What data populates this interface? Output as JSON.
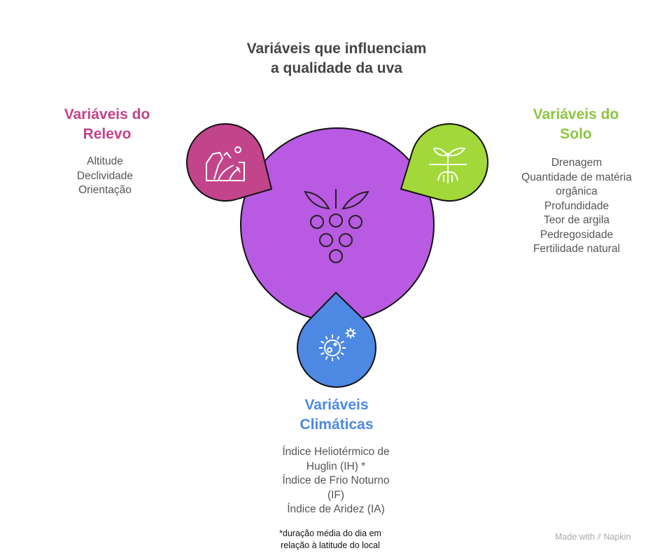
{
  "title": {
    "line1": "Variáveis que influenciam",
    "line2": "a qualidade da uva"
  },
  "colors": {
    "center": "#b95ae3",
    "relevo": "#c2448a",
    "solo": "#a2d83a",
    "clima": "#4d88e3"
  },
  "relevo": {
    "heading1": "Variáveis do",
    "heading2": "Relevo",
    "icon": "landscape-icon",
    "items": [
      "Altitude",
      "Declividade",
      "Orientação"
    ]
  },
  "solo": {
    "heading1": "Variáveis do",
    "heading2": "Solo",
    "icon": "sprout-roots-icon",
    "items": [
      "Drenagem",
      "Quantidade de matéria",
      "orgânica",
      "Profundidade",
      "Teor de argila",
      "Pedregosidade",
      "Fertilidade natural"
    ]
  },
  "clima": {
    "heading1": "Variáveis",
    "heading2": "Climáticas",
    "icon": "sun-climate-icon",
    "items": [
      "Índice Heliotérmico de",
      "Huglin (IH) *",
      "Índice de Frio Noturno",
      "(IF)",
      "Índice de Aridez (IA)"
    ],
    "note1": "*duração média do dia em",
    "note2": "relação à latitude do local"
  },
  "center": {
    "icon": "grape-icon"
  },
  "footer": {
    "made_with": "Made with",
    "brand": "Napkin"
  }
}
